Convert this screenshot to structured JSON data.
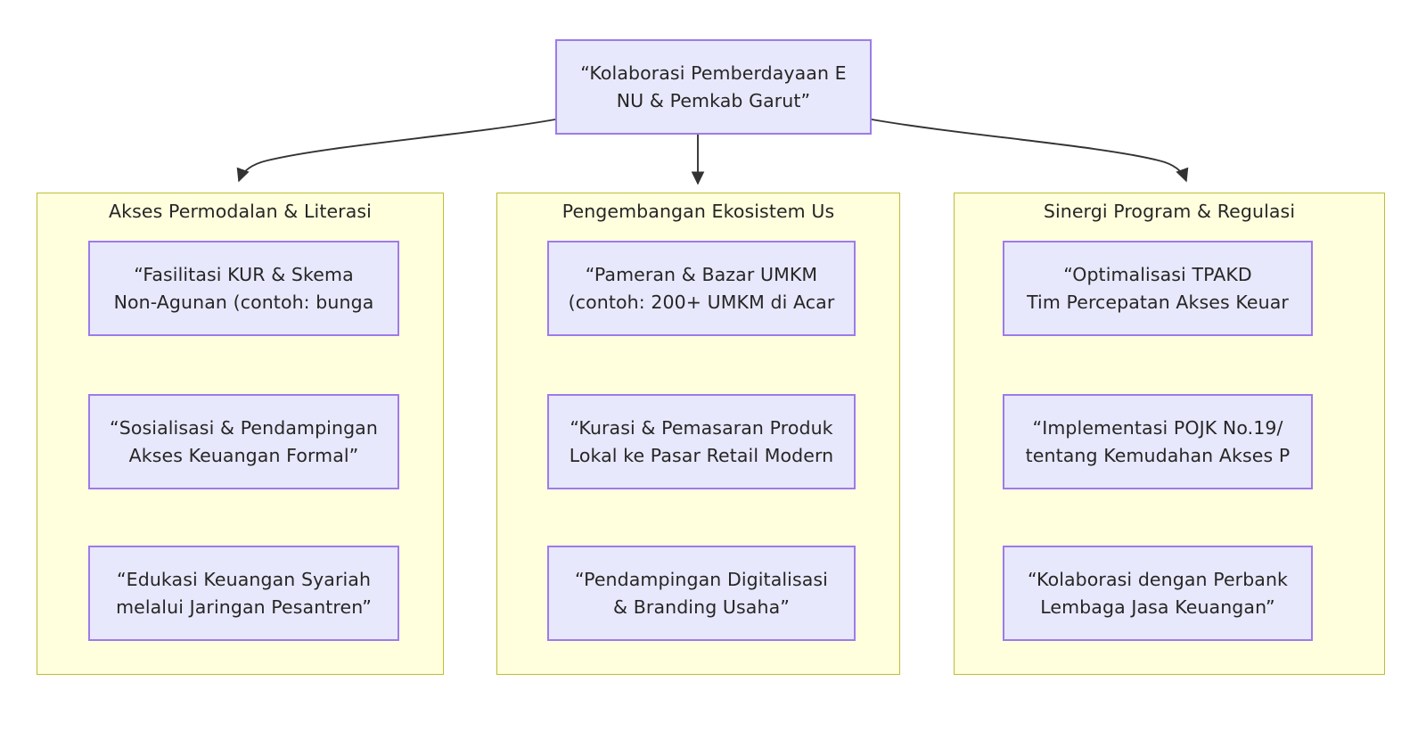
{
  "diagram": {
    "type": "flowchart",
    "direction": "top-down",
    "background_color": "#ffffff",
    "node_fill": "#E8E8FC",
    "node_border": "#9D7BEA",
    "cluster_fill": "#FFFFDE",
    "cluster_border": "#BDBD36",
    "text_color": "#262626",
    "edge_color": "#333333"
  },
  "root": {
    "id": "root",
    "line1": "“Kolaborasi Pemberdayaan E",
    "line2": "NU & Pemkab Garut”",
    "truncated": true
  },
  "clusters": [
    {
      "id": "cluster-akses-permodalan",
      "title": "Akses Permodalan & Literasi",
      "title_truncated": true,
      "nodes": [
        {
          "id": "node-kur",
          "line1": "“Fasilitasi KUR & Skema",
          "line2": "Non-Agunan (contoh: bunga",
          "truncated": true
        },
        {
          "id": "node-sosialisasi",
          "line1": "“Sosialisasi & Pendampingan",
          "line2": "Akses Keuangan Formal”",
          "truncated": true
        },
        {
          "id": "node-edukasi-syariah",
          "line1": "“Edukasi Keuangan Syariah",
          "line2": "melalui Jaringan Pesantren”",
          "truncated": true
        }
      ]
    },
    {
      "id": "cluster-pengembangan-ekosistem",
      "title": "Pengembangan Ekosistem Us",
      "title_truncated": true,
      "nodes": [
        {
          "id": "node-pameran",
          "line1": "“Pameran & Bazar UMKM",
          "line2": "(contoh: 200+ UMKM di Acar",
          "truncated": true
        },
        {
          "id": "node-kurasi",
          "line1": "“Kurasi & Pemasaran Produk",
          "line2": "Lokal ke Pasar Retail Modern",
          "truncated": true
        },
        {
          "id": "node-digitalisasi",
          "line1": "“Pendampingan Digitalisasi",
          "line2": "& Branding Usaha”",
          "truncated": false
        }
      ]
    },
    {
      "id": "cluster-sinergi-program",
      "title": "Sinergi Program & Regulasi",
      "title_truncated": false,
      "nodes": [
        {
          "id": "node-tpakd",
          "line1": "“Optimalisasi TPAKD",
          "line2": "Tim Percepatan Akses Keuar",
          "truncated": true
        },
        {
          "id": "node-pojk",
          "line1": "“Implementasi POJK No.19/",
          "line2": "tentang Kemudahan Akses P",
          "truncated": true
        },
        {
          "id": "node-perbankan",
          "line1": "“Kolaborasi dengan Perbank",
          "line2": "Lembaga Jasa Keuangan”",
          "truncated": true
        }
      ]
    }
  ],
  "edges": [
    {
      "id": "edge-root-to-cluster-1",
      "from": "root",
      "to": "cluster-akses-permodalan",
      "style": "curved-arrow"
    },
    {
      "id": "edge-root-to-cluster-2",
      "from": "root",
      "to": "cluster-pengembangan-ekosistem",
      "style": "straight-arrow"
    },
    {
      "id": "edge-root-to-cluster-3",
      "from": "root",
      "to": "cluster-sinergi-program",
      "style": "curved-arrow"
    }
  ]
}
